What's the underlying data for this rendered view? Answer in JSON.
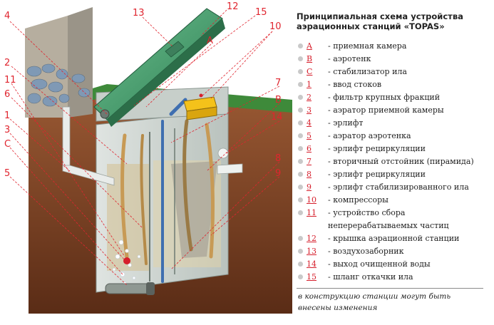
{
  "title_line1": "Принципиальная схема устройства",
  "title_line2": "аэрационных станций «TOPAS»",
  "legend": [
    {
      "key": "A",
      "text": "- приемная камера"
    },
    {
      "key": "B",
      "text": "- аэротенк"
    },
    {
      "key": "C",
      "text": "- стабилизатор ила"
    },
    {
      "key": "1",
      "text": "- ввод стоков"
    },
    {
      "key": "2",
      "text": "- фильтр крупных фракций"
    },
    {
      "key": "3",
      "text": "- аэратор приемной камеры"
    },
    {
      "key": "4",
      "text": "- эрлифт"
    },
    {
      "key": "5",
      "text": "- аэратор аэротенка"
    },
    {
      "key": "6",
      "text": "- эрлифт рециркуляции"
    },
    {
      "key": "7",
      "text": "- вторичный отстойник (пирамида)"
    },
    {
      "key": "8",
      "text": "- эрлифт рециркуляции"
    },
    {
      "key": "9",
      "text": "- эрлифт стабилизированного ила"
    },
    {
      "key": "10",
      "text": "- компрессоры"
    },
    {
      "key": "11",
      "text": "- устройство сбора",
      "text_cont": "неперерабатываемых частиц"
    },
    {
      "key": "12",
      "text": "- крышка аэрационной станции"
    },
    {
      "key": "13",
      "text": "- воздухозаборник"
    },
    {
      "key": "14",
      "text": "- выход очищенной воды"
    },
    {
      "key": "15",
      "text": "- шланг откачки ила"
    }
  ],
  "note_line1": "в конструкцию станции могут быть",
  "note_line2": "внесены изменения",
  "callouts": {
    "n4": "4",
    "n13": "13",
    "n12": "12",
    "n15": "15",
    "n10": "10",
    "A": "A",
    "n2": "2",
    "n11": "11",
    "n6": "6",
    "n7": "7",
    "B": "B",
    "n1": "1",
    "n14": "14",
    "n3": "3",
    "C": "C",
    "n8": "8",
    "n9": "9",
    "n5": "5"
  },
  "colors": {
    "accent": "#e0252f",
    "soil": "#8a4a2a",
    "grass": "#3e8a3a",
    "lid": "#3d9a6a",
    "tank": "#cfd6d2"
  }
}
